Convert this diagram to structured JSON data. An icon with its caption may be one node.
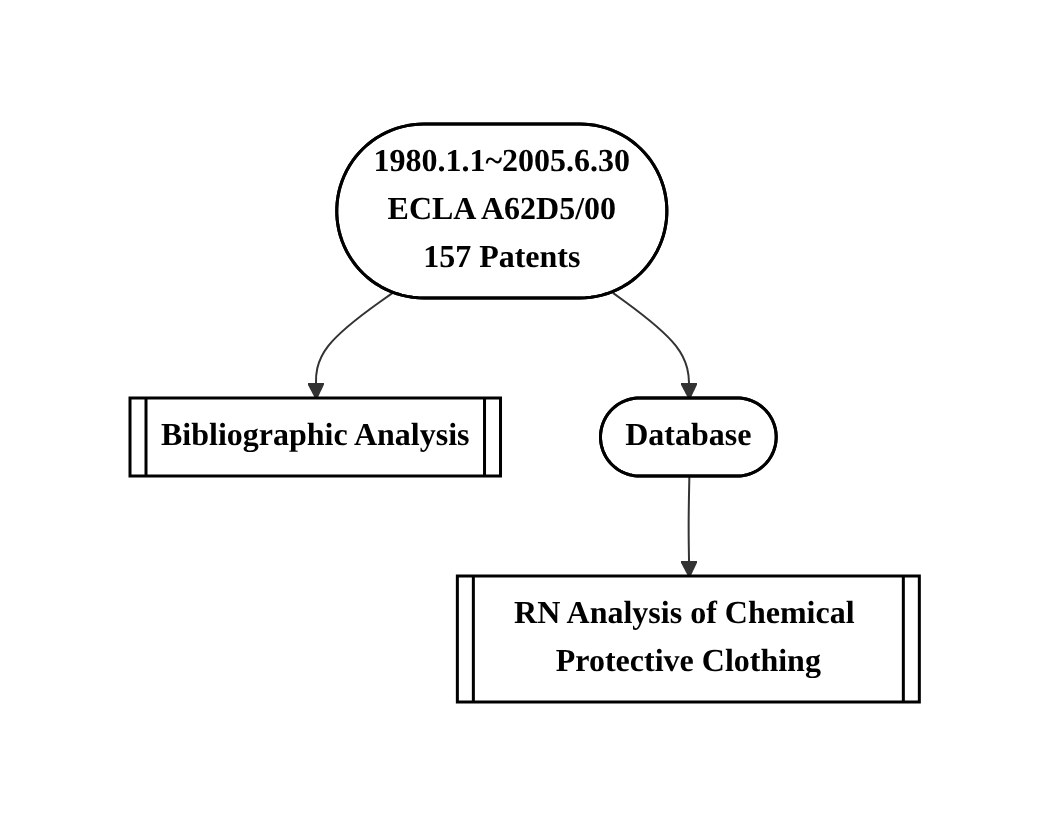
{
  "diagram": {
    "nodes": [
      {
        "text": [
          "1980.1.1~2005.6.30",
          "ECLA A62D5/00",
          "157 Patents"
        ]
      },
      {
        "text": [
          "Bibliographic Analysis"
        ]
      },
      {
        "text": [
          "Database"
        ]
      },
      {
        "text": [
          "RN Analysis of Chemical Protective Clothing"
        ]
      }
    ],
    "edges": [
      {
        "from": 0,
        "to": 1,
        "arrow": "to"
      },
      {
        "from": 0,
        "to": 2,
        "arrow": "to"
      },
      {
        "from": 2,
        "to": 3,
        "arrow": "to"
      }
    ]
  }
}
